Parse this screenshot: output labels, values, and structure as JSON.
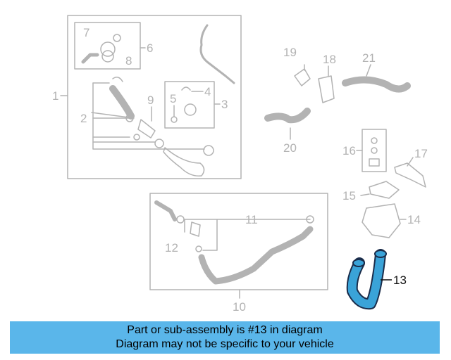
{
  "callouts": {
    "c1": "1",
    "c2": "2",
    "c3": "3",
    "c4": "4",
    "c5": "5",
    "c6": "6",
    "c7": "7",
    "c8": "8",
    "c9": "9",
    "c10": "10",
    "c11": "11",
    "c12": "12",
    "c13": "13",
    "c14": "14",
    "c15": "15",
    "c16": "16",
    "c17": "17",
    "c18": "18",
    "c19": "19",
    "c20": "20",
    "c21": "21"
  },
  "highlighted_part": "13",
  "colors": {
    "part_lines": "#b3b3b3",
    "highlight_fill": "#3aa3d8",
    "highlight_stroke": "#1a2c4a",
    "banner": "#5ab6ea"
  },
  "banner": {
    "line1": "Part or sub-assembly is #13 in diagram",
    "line2": "Diagram may not be specific to your vehicle"
  }
}
